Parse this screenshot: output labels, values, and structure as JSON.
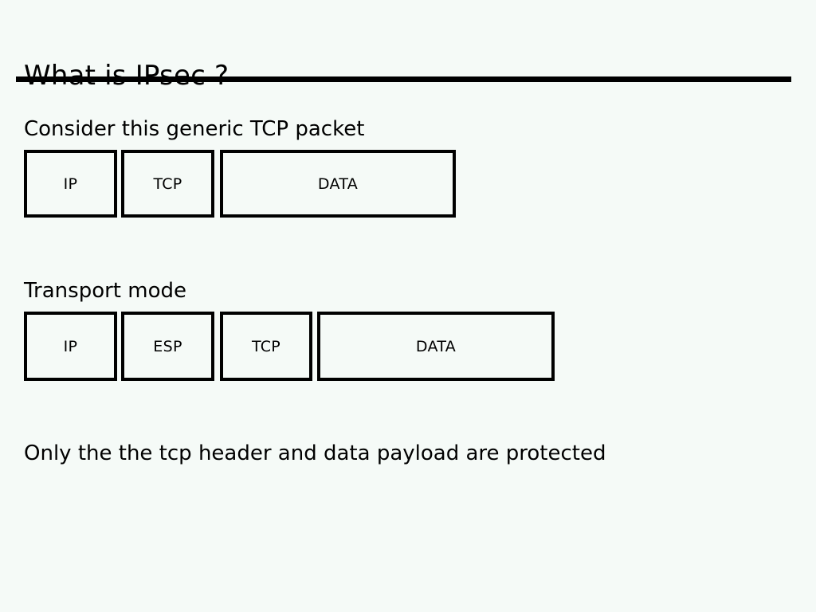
{
  "slide": {
    "title": "What is IPsec ?",
    "background_color": "#f5faf7",
    "ink_color": "#000000"
  },
  "sections": {
    "generic_packet": {
      "caption": "Consider this generic TCP packet",
      "fields": [
        {
          "label": "IP"
        },
        {
          "label": "TCP"
        },
        {
          "label": "DATA"
        }
      ]
    },
    "transport_mode": {
      "caption": "Transport mode",
      "fields": [
        {
          "label": "IP"
        },
        {
          "label": "ESP"
        },
        {
          "label": "TCP"
        },
        {
          "label": "DATA"
        }
      ]
    }
  },
  "footnote": "Only the the tcp header and data payload are protected"
}
